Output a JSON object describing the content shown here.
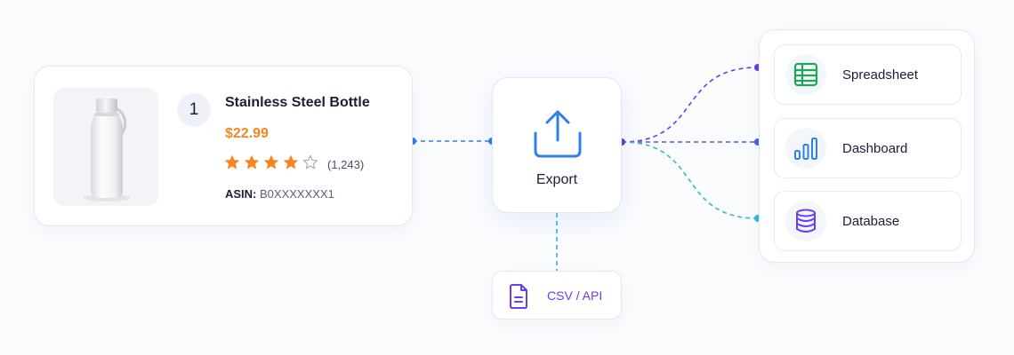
{
  "product": {
    "rank": "1",
    "title": "Stainless Steel Bottle",
    "price": "$22.99",
    "rating": 4,
    "rating_max": 5,
    "review_count": "(1,243)",
    "asin_label": "ASIN:",
    "asin_value": "B0XXXXXXX1",
    "price_color": "#f5861f",
    "star_color": "#f5861f"
  },
  "export": {
    "label": "Export",
    "icon": "upload-tray-icon",
    "icon_color": "#2f7fe8"
  },
  "output": {
    "label": "CSV / API",
    "icon": "document-icon",
    "color": "#6a3df0"
  },
  "destinations": [
    {
      "label": "Spreadsheet",
      "icon": "spreadsheet-icon",
      "color": "#22a45a"
    },
    {
      "label": "Dashboard",
      "icon": "bar-chart-icon",
      "color": "#2f7fe8"
    },
    {
      "label": "Database",
      "icon": "database-icon",
      "color": "#6a3df0"
    }
  ],
  "connector_colors": {
    "input": "#2f7fe8",
    "spreadsheet": "#6a3df0",
    "dashboard": "#4e5fe0",
    "database": "#36b5e0",
    "output": "#36b5e0"
  }
}
